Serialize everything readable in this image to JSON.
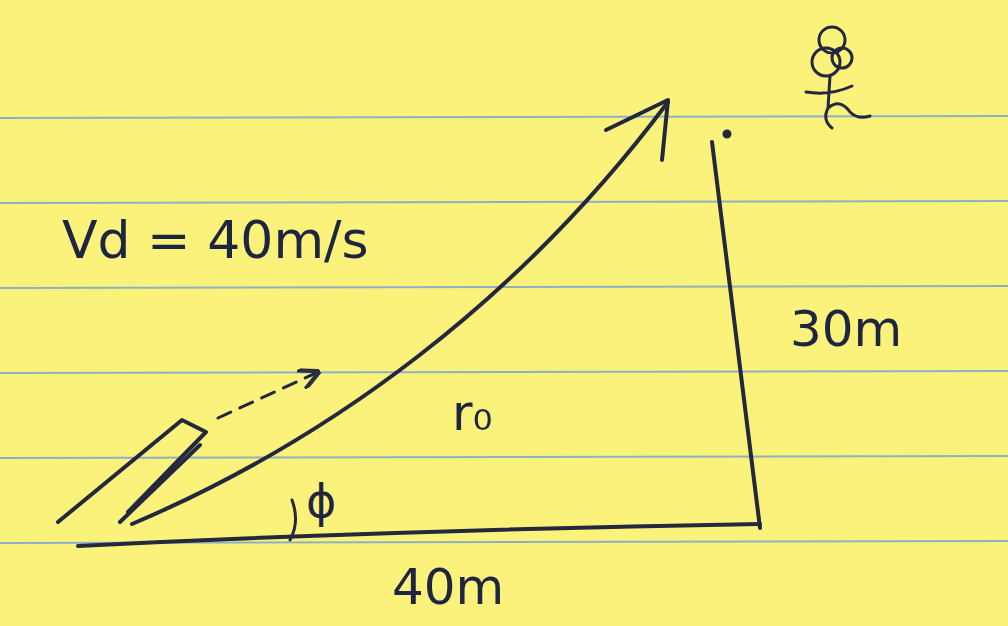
{
  "diagram": {
    "labels": [
      "Vd = 40m/s",
      "r₀",
      "ϕ",
      "30m",
      "40m"
    ]
  }
}
